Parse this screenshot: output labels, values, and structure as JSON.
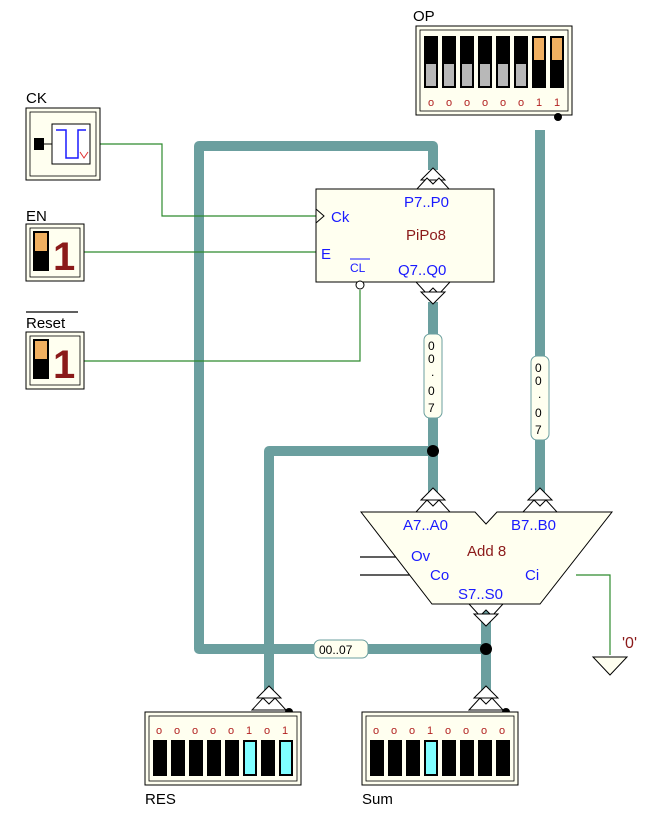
{
  "op": {
    "label": "OP",
    "bits": [
      "0",
      "0",
      "0",
      "0",
      "0",
      "0",
      "1",
      "1"
    ]
  },
  "ck": {
    "label": "CK"
  },
  "en": {
    "label": "EN",
    "value": "1"
  },
  "reset": {
    "label": "Reset",
    "value": "1"
  },
  "pipo": {
    "title": "PiPo8",
    "in_pins": "P7..P0",
    "out_pins": "Q7..Q0",
    "ck_pin": "Ck",
    "e_pin": "E",
    "cl_pin": "CL"
  },
  "adder": {
    "title": "Add 8",
    "a_pins": "A7..A0",
    "b_pins": "B7..B0",
    "s_pins": "S7..S0",
    "ov_pin": "Ov",
    "co_pin": "Co",
    "ci_pin": "Ci"
  },
  "bus_labels": {
    "q_bus": [
      "0",
      "0",
      ".",
      "0",
      "7"
    ],
    "op_bus": [
      "0",
      "0",
      ".",
      "0",
      "7"
    ],
    "sum_bus": "00..07"
  },
  "const_zero": "'0'",
  "res": {
    "label": "RES",
    "bits": [
      "0",
      "0",
      "0",
      "0",
      "0",
      "1",
      "0",
      "1"
    ]
  },
  "sum": {
    "label": "Sum",
    "bits": [
      "0",
      "0",
      "0",
      "1",
      "0",
      "0",
      "0",
      "0"
    ]
  },
  "colors": {
    "bus": "#6b9f9f",
    "wire_green": "#2e8b2e",
    "component_fill": "#fffff0",
    "switch_on": "#f0b060",
    "lamp_on": "#80ffff"
  }
}
